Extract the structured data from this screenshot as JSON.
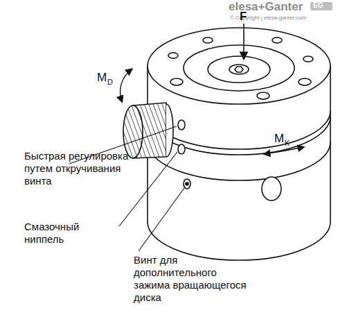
{
  "diagram": {
    "labels": [
      "elesa+Ganter",
      "EG",
      "© Copyright | elesa-ganter.com",
      "F",
      "M",
      "D",
      "M",
      "K",
      "Быстрая регулировка путем откручивания винта",
      "Смазочный ниппель",
      "Винт для дополнительного зажима вращающегося диска"
    ]
  }
}
